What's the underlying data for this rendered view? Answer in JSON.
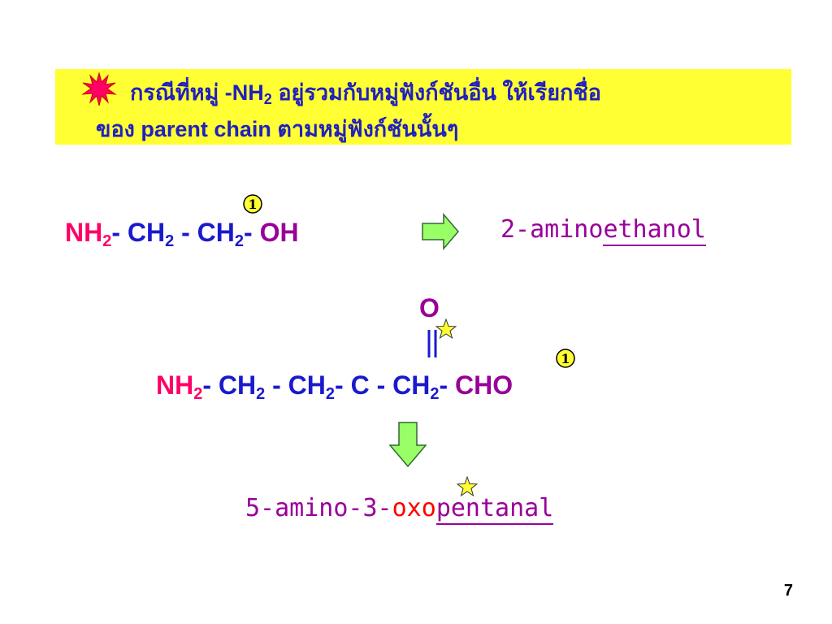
{
  "banner": {
    "line1_prefix": "กรณีที่หมู่ -NH",
    "line1_sub": "2",
    "line1_suffix": " อยู่รวมกับหมู่ฟังก์ชันอื่น ให้เรียกชื่อ",
    "line2_a": "ของ ",
    "line2_b": "parent chain",
    "line2_c": " ตามหมู่ฟังก์ชันนั้นๆ"
  },
  "example1": {
    "nh": "NH",
    "sub1": "2",
    "ch_a": "- CH",
    "sub2": "2",
    "ch_b": " - CH",
    "sub3": "2",
    "dash": "- ",
    "oh": "OH",
    "locant": "1",
    "name_prefix": "2-amino",
    "name_parent": "ethanol"
  },
  "example2": {
    "carbonyl_o": "O",
    "nh": "NH",
    "sub1": "2",
    "ch_a": "- CH",
    "sub2": "2",
    "ch_b": " - CH",
    "sub3": "2",
    "c_part": "- C - CH",
    "sub4": "2",
    "dash": "- ",
    "cho": "CHO",
    "locant": "1",
    "name_prefix": "5-amino-3-",
    "name_oxo": "oxo",
    "name_parent": "pentanal"
  },
  "page_number": "7",
  "colors": {
    "banner_bg": "#ffff33",
    "text_blue": "#1a1acc",
    "amine_pink": "#ff0066",
    "purple": "#990099",
    "arrow_green": "#99ff66",
    "star_yellow": "#ffff33"
  }
}
